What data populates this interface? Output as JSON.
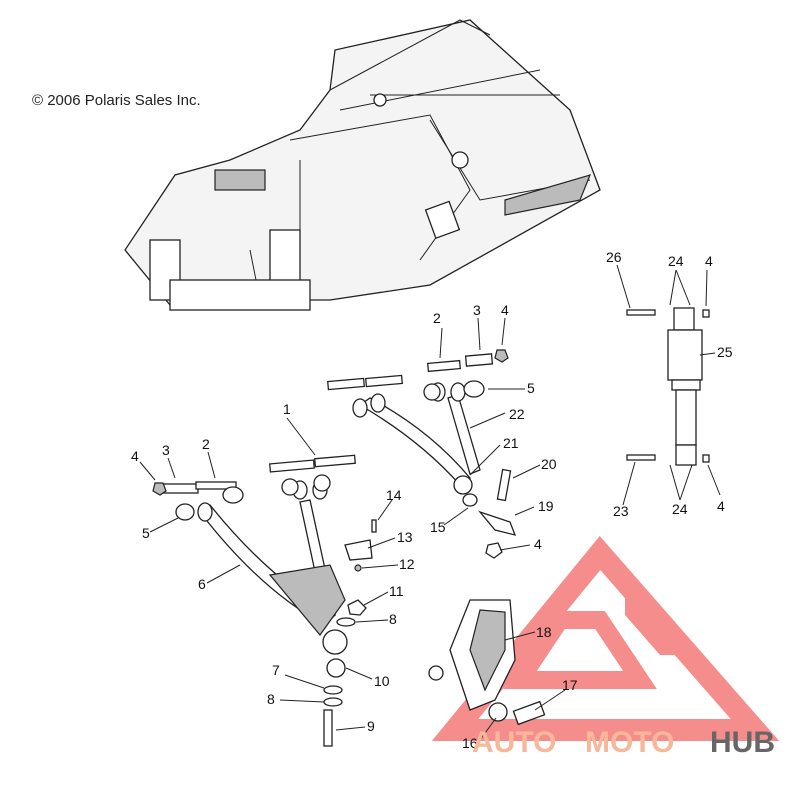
{
  "copyright": "© 2006 Polaris Sales Inc.",
  "callouts": [
    "1",
    "2",
    "3",
    "4",
    "5",
    "6",
    "7",
    "8",
    "9",
    "10",
    "11",
    "12",
    "13",
    "14",
    "15",
    "16",
    "17",
    "18",
    "19",
    "20",
    "21",
    "22",
    "23",
    "24",
    "25",
    "26"
  ],
  "watermark": {
    "auto": "AUTO",
    "moto": "MOTO",
    "hub": "HUB",
    "color_auto": "#f7b79a",
    "color_moto": "#f7b79a",
    "color_hub": "#666666",
    "logo_color": "#f47a7a"
  }
}
